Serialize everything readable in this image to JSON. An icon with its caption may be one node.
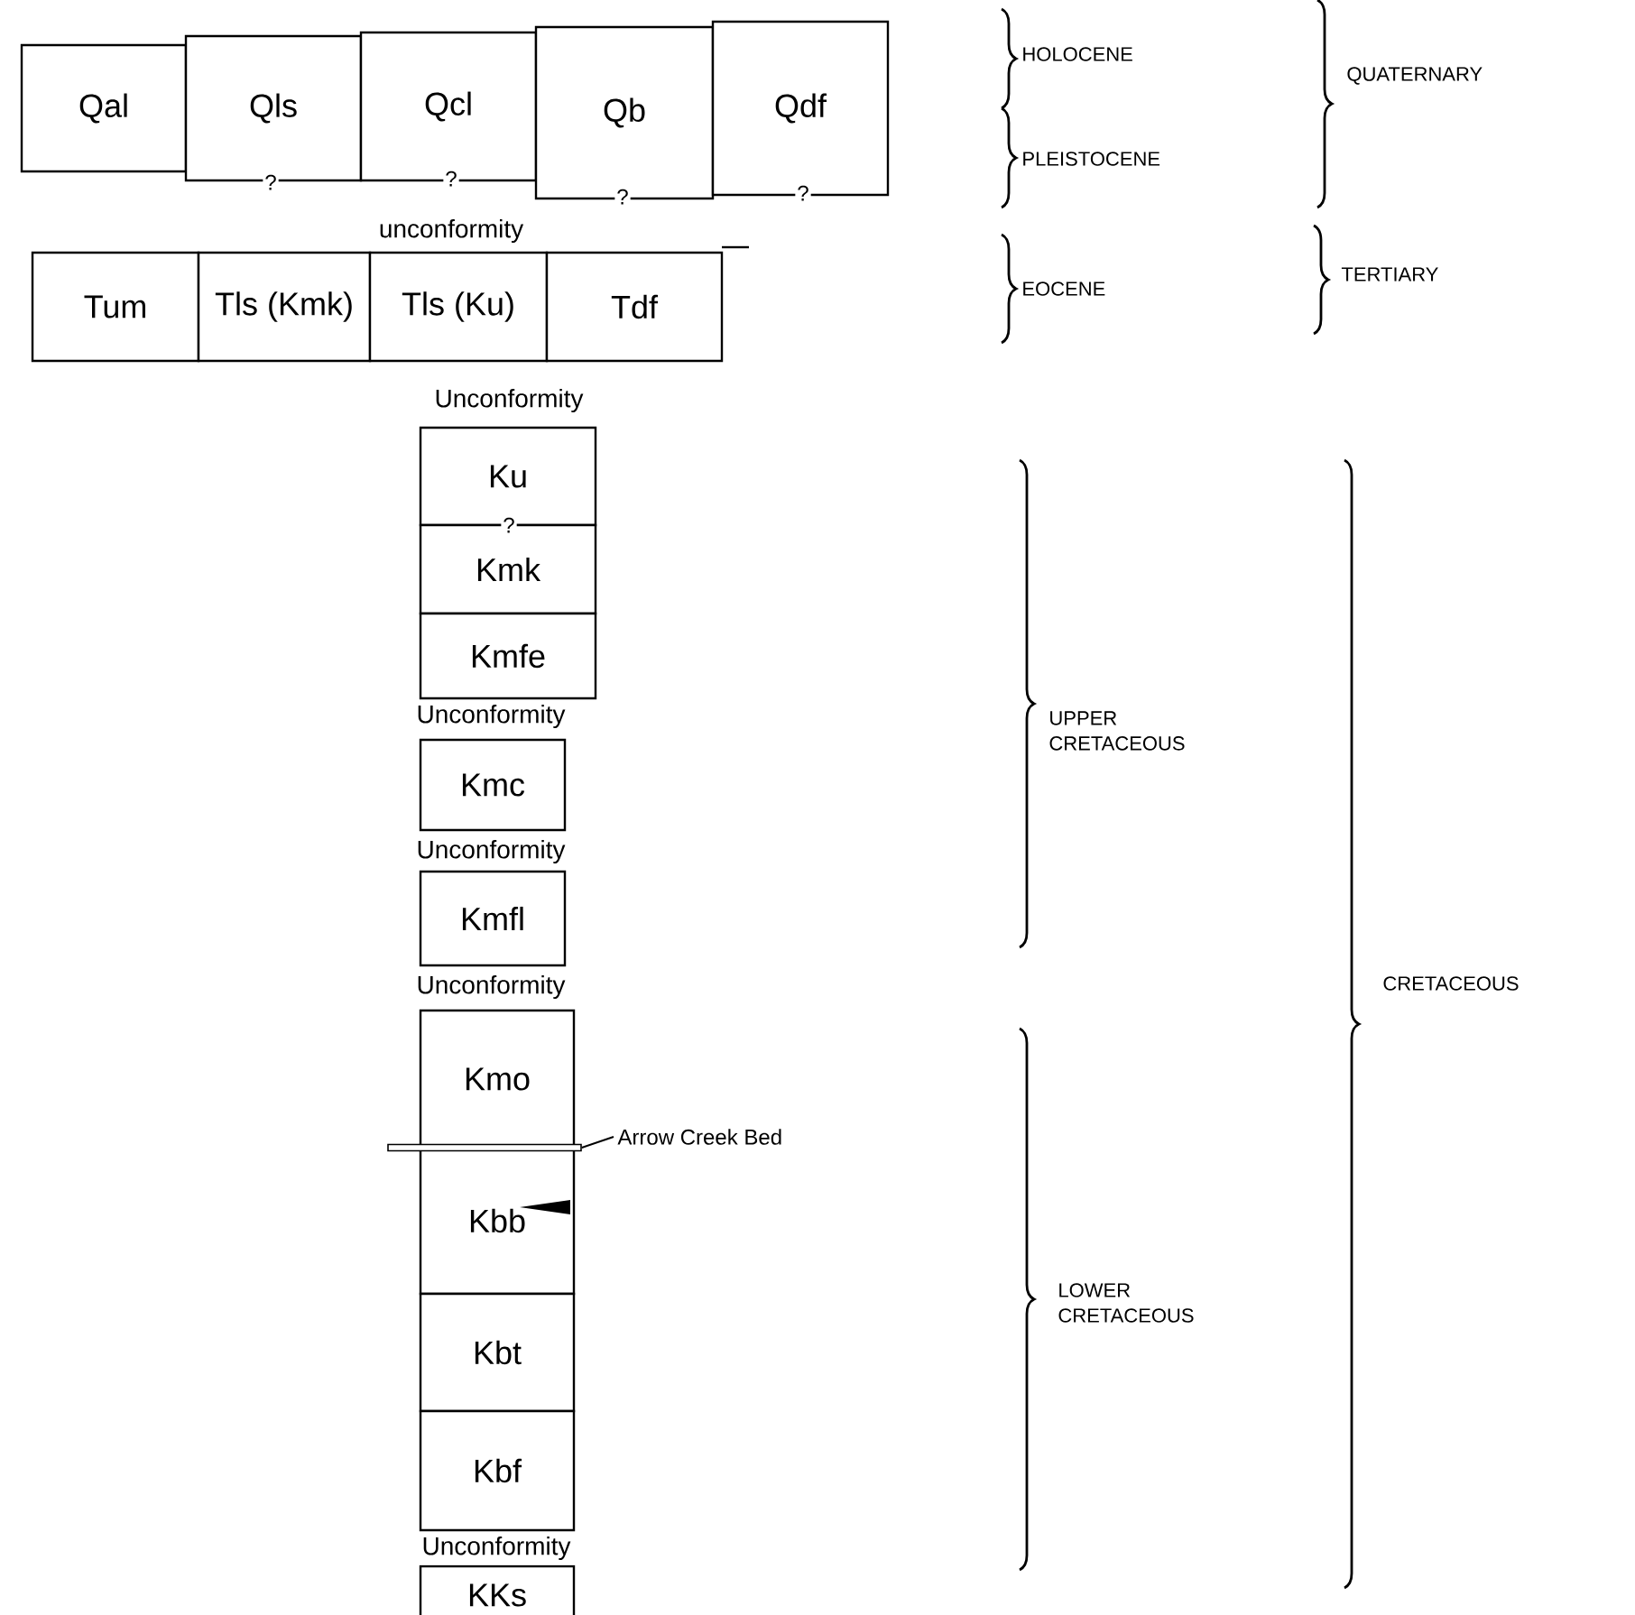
{
  "diagram": {
    "nodes": [
      {
        "text": [
          "Qal"
        ]
      },
      {
        "text": [
          "Qls"
        ]
      },
      {
        "text": [
          "Qcl"
        ]
      },
      {
        "text": [
          "Qb"
        ]
      },
      {
        "text": [
          "Qdf"
        ]
      },
      {
        "text": [
          "Tum"
        ]
      },
      {
        "text": [
          "Tls (Kmk)"
        ]
      },
      {
        "text": [
          "Tls (Ku)"
        ]
      },
      {
        "text": [
          "Tdf"
        ]
      },
      {
        "text": [
          "Ku"
        ]
      },
      {
        "text": [
          "Kmk"
        ]
      },
      {
        "text": [
          "Kmfe"
        ]
      },
      {
        "text": [
          "Kmc"
        ]
      },
      {
        "text": [
          "Kmfl"
        ]
      },
      {
        "text": [
          "Kmo"
        ]
      },
      {
        "text": [
          "Kbb"
        ]
      },
      {
        "text": [
          "Kbt"
        ]
      },
      {
        "text": [
          "Kbf"
        ]
      },
      {
        "text": [
          "KKs"
        ]
      },
      {
        "text": [
          "Arrow Creek Bed"
        ]
      },
      {
        "text": [],
        "shape": "bar"
      }
    ],
    "edges": [
      {
        "from": 19,
        "to": 20,
        "arrow": "none"
      }
    ],
    "labels": [
      "HOLOCENE",
      "QUATERNARY",
      "PLEISTOCENE",
      "?",
      "?",
      "?",
      "?",
      "unconformity",
      "EOCENE",
      "TERTIARY",
      "Unconformity",
      "?",
      "Unconformity",
      "UPPER CRETACEOUS",
      "Unconformity",
      "Unconformity",
      "CRETACEOUS",
      "LOWER CRETACEOUS",
      "Unconformity"
    ]
  }
}
